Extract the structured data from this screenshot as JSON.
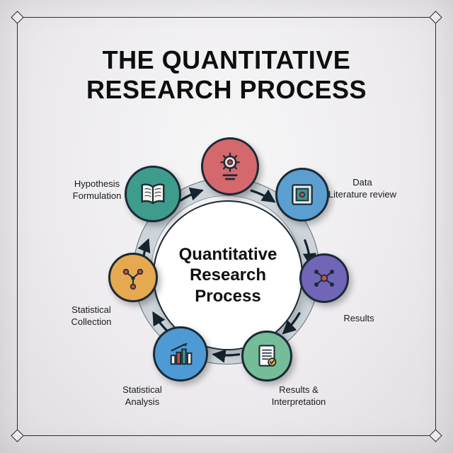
{
  "title": {
    "line1": "THE QUANTITATIVE",
    "line2": "RESEARCH PROCESS"
  },
  "center": {
    "text": "Quantitative\nResearch\nProcess"
  },
  "nodes": [
    {
      "icon": "gear-icon",
      "color": "#d4686c",
      "label": ""
    },
    {
      "icon": "framed-image-icon",
      "color": "#5a9fd0",
      "label": "Data\nLiterature review"
    },
    {
      "icon": "network-nodes-icon",
      "color": "#7165b8",
      "label": "Results"
    },
    {
      "icon": "document-check-icon",
      "color": "#74bd98",
      "label": "Results &\nInterpretation"
    },
    {
      "icon": "bar-chart-icon",
      "color": "#4e9ad4",
      "label": "Statistical\nAnalysis"
    },
    {
      "icon": "molecule-icon",
      "color": "#e6a94f",
      "label": "Statistical\nCollection"
    },
    {
      "icon": "open-book-icon",
      "color": "#3d9c8c",
      "label": "Hypothesis\nFormulation"
    }
  ],
  "ring": {
    "band_color": "#cdd5da",
    "outline_color": "#44505b",
    "arrow_color": "#15242f"
  }
}
